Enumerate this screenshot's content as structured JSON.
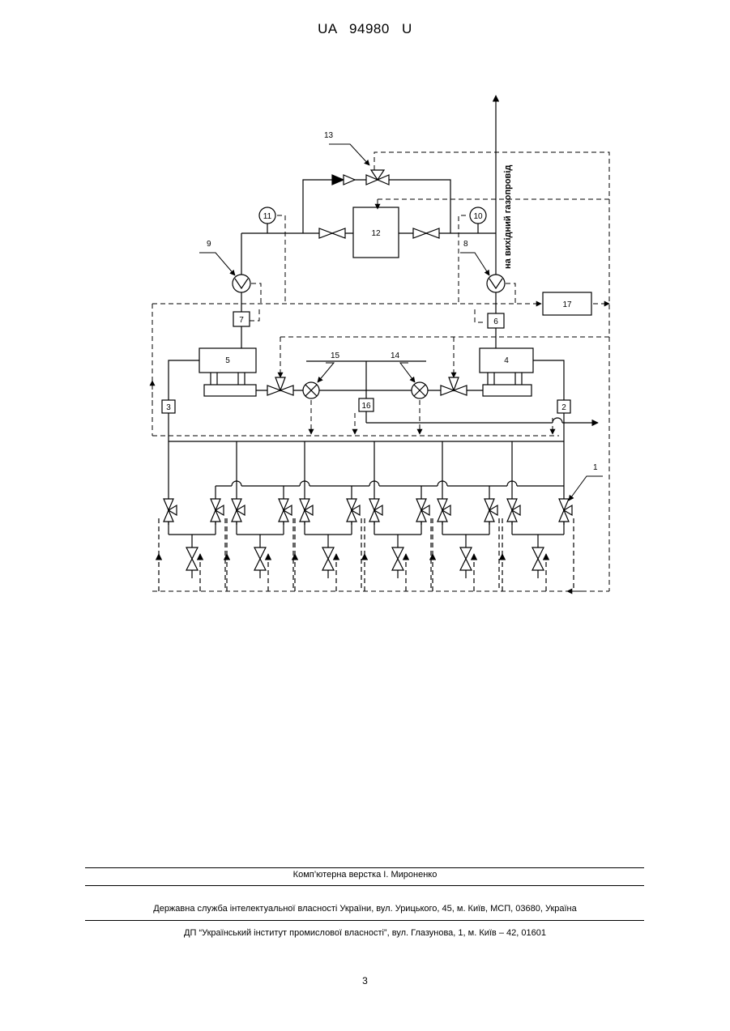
{
  "header": {
    "patent_number": "UA 94980 U"
  },
  "figure": {
    "outlet_label": "на вихідний газопровід",
    "numbers": {
      "n1": "1",
      "n2": "2",
      "n3": "3",
      "n4": "4",
      "n5": "5",
      "n6": "6",
      "n7": "7",
      "n8": "8",
      "n9": "9",
      "n10": "10",
      "n11": "11",
      "n12": "12",
      "n13": "13",
      "n14": "14",
      "n15": "15",
      "n16": "16",
      "n17": "17"
    }
  },
  "footer": {
    "layout_credit": "Комп’ютерна верстка І. Мироненко",
    "agency": "Державна служба інтелектуальної власності України, вул. Урицького, 45, м. Київ, МСП, 03680, Україна",
    "institute": "ДП “Український інститут промислової власності”, вул. Глазунова, 1, м. Київ – 42, 01601",
    "page_number": "3"
  }
}
